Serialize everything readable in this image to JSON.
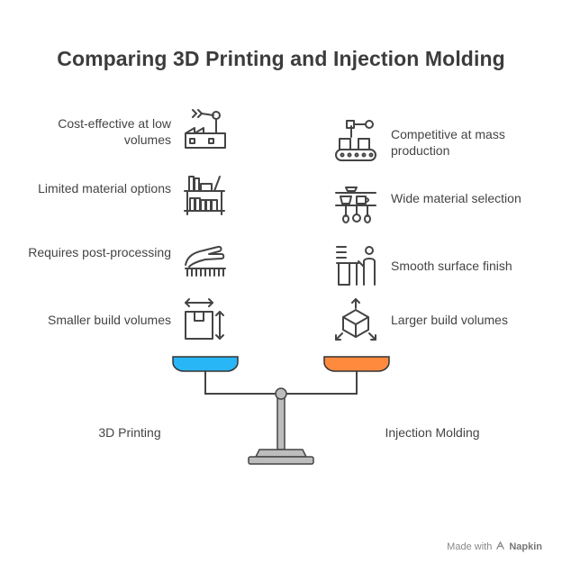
{
  "title": "Comparing 3D Printing and Injection Molding",
  "left": {
    "label": "3D Printing",
    "color": "#29b6f6",
    "items": [
      {
        "text": "Cost-effective at low volumes",
        "icon": "factory-robot-arm-icon"
      },
      {
        "text": "Limited material options",
        "icon": "bookshelf-icon"
      },
      {
        "text": "Requires post-processing",
        "icon": "hand-brush-icon"
      },
      {
        "text": "Smaller build volumes",
        "icon": "box-dimensions-icon"
      }
    ]
  },
  "right": {
    "label": "Injection Molding",
    "color": "#ff8a3d",
    "items": [
      {
        "text": "Competitive at mass production",
        "icon": "conveyor-belt-icon"
      },
      {
        "text": "Wide material selection",
        "icon": "kitchen-shelf-icon"
      },
      {
        "text": "Smooth surface finish",
        "icon": "person-at-desk-icon"
      },
      {
        "text": "Larger build volumes",
        "icon": "cube-expand-icon"
      }
    ]
  },
  "footer": {
    "prefix": "Made with",
    "brand": "Napkin"
  }
}
